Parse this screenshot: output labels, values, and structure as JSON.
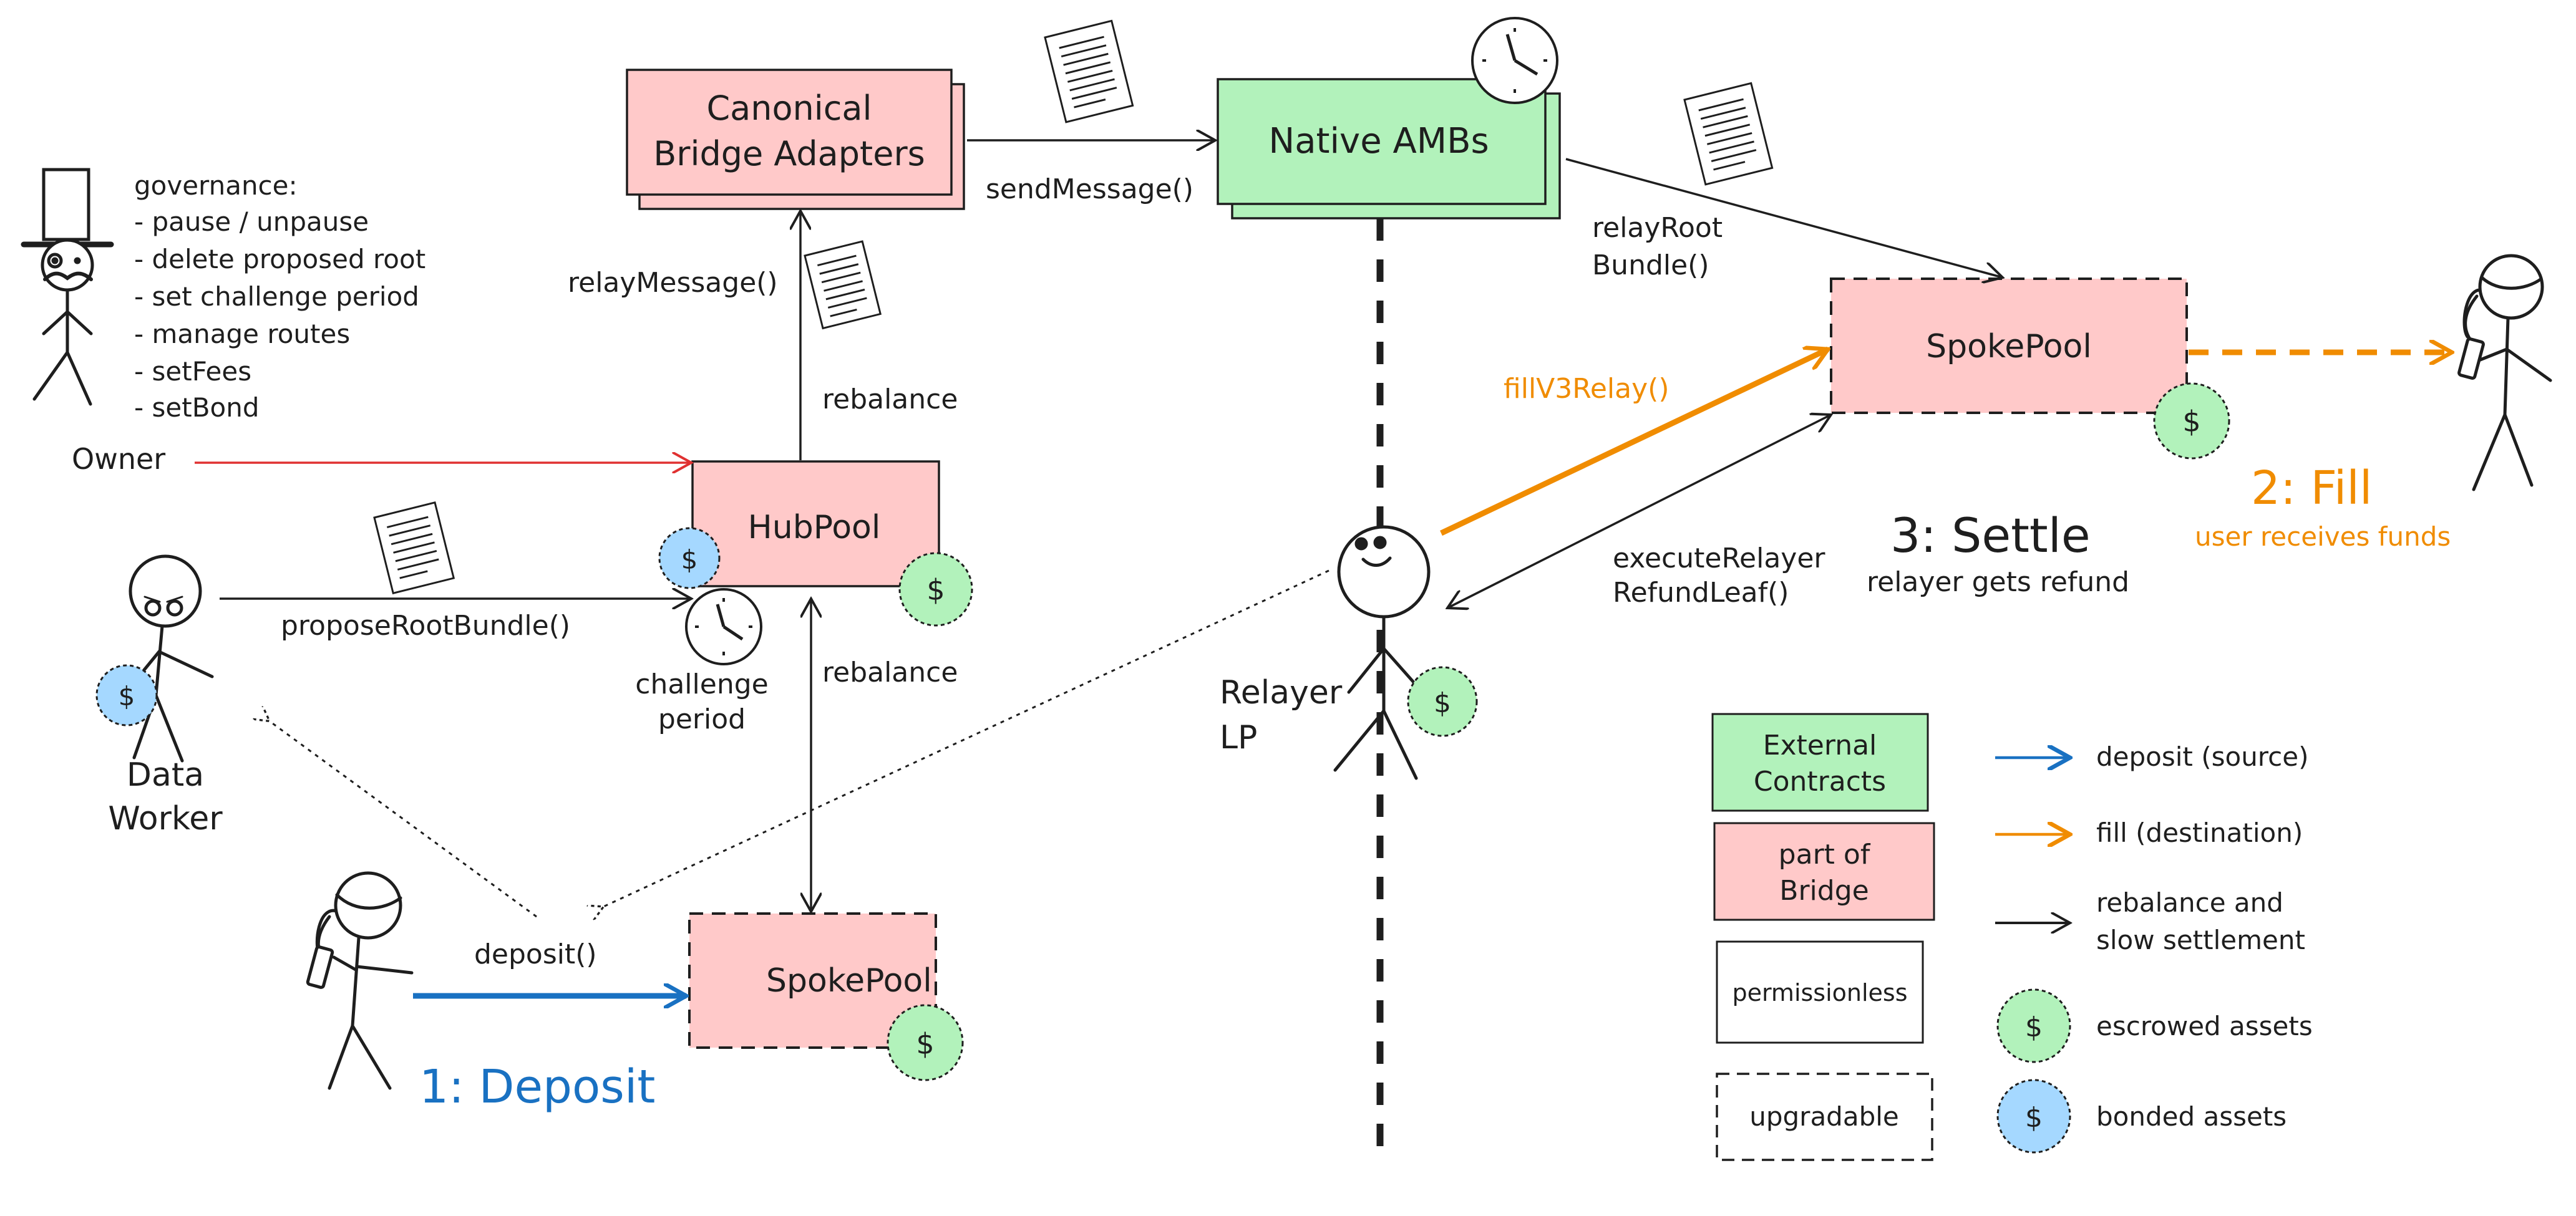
{
  "nodes": {
    "canonical_adapters": {
      "line1": "Canonical",
      "line2": "Bridge Adapters"
    },
    "native_ambs": {
      "label": "Native AMBs"
    },
    "hubpool": {
      "label": "HubPool"
    },
    "spokepool_dest": {
      "label": "SpokePool"
    },
    "spokepool_src": {
      "label": "SpokePool"
    }
  },
  "governance": {
    "title": "governance:",
    "items": [
      "- pause / unpause",
      "- delete proposed root",
      "- set challenge period",
      "- manage routes",
      "- setFees",
      "- setBond"
    ]
  },
  "actors": {
    "owner": "Owner",
    "data_worker_line1": "Data",
    "data_worker_line2": "Worker",
    "relayer_line1": "Relayer",
    "relayer_line2": "LP"
  },
  "edges": {
    "send_message": "sendMessage()",
    "relay_message": "relayMessage()",
    "rebalance_up": "rebalance",
    "rebalance_down": "rebalance",
    "relay_root_line1": "relayRoot",
    "relay_root_line2": "Bundle()",
    "fill_v3_relay": "fillV3Relay()",
    "execute_line1": "executeRelayer",
    "execute_line2": "RefundLeaf()",
    "propose_root": "proposeRootBundle()",
    "challenge_line1": "challenge",
    "challenge_line2": "period",
    "deposit_call": "deposit()"
  },
  "steps": {
    "deposit_title": "1: Deposit",
    "fill_title": "2: Fill",
    "fill_subtitle": "user receives funds",
    "settle_title": "3: Settle",
    "settle_subtitle": "relayer gets refund"
  },
  "coin_symbol": "$",
  "legend": {
    "external_line1": "External",
    "external_line2": "Contracts",
    "bridge_line1": "part of",
    "bridge_line2": "Bridge",
    "permissionless": "permissionless",
    "upgradable": "upgradable",
    "deposit": "deposit (source)",
    "fill": "fill (destination)",
    "rebalance_line1": "rebalance and",
    "rebalance_line2": "slow settlement",
    "escrowed": "escrowed assets",
    "bonded": "bonded assets"
  },
  "colors": {
    "ink": "#1e1e1e",
    "pink_fill": "#ffc9c9",
    "green_fill": "#b2f2bb",
    "blue_fill": "#a5d8ff",
    "deposit_blue": "#1971c2",
    "fill_orange": "#f08c00",
    "owner_red": "#e03131"
  }
}
